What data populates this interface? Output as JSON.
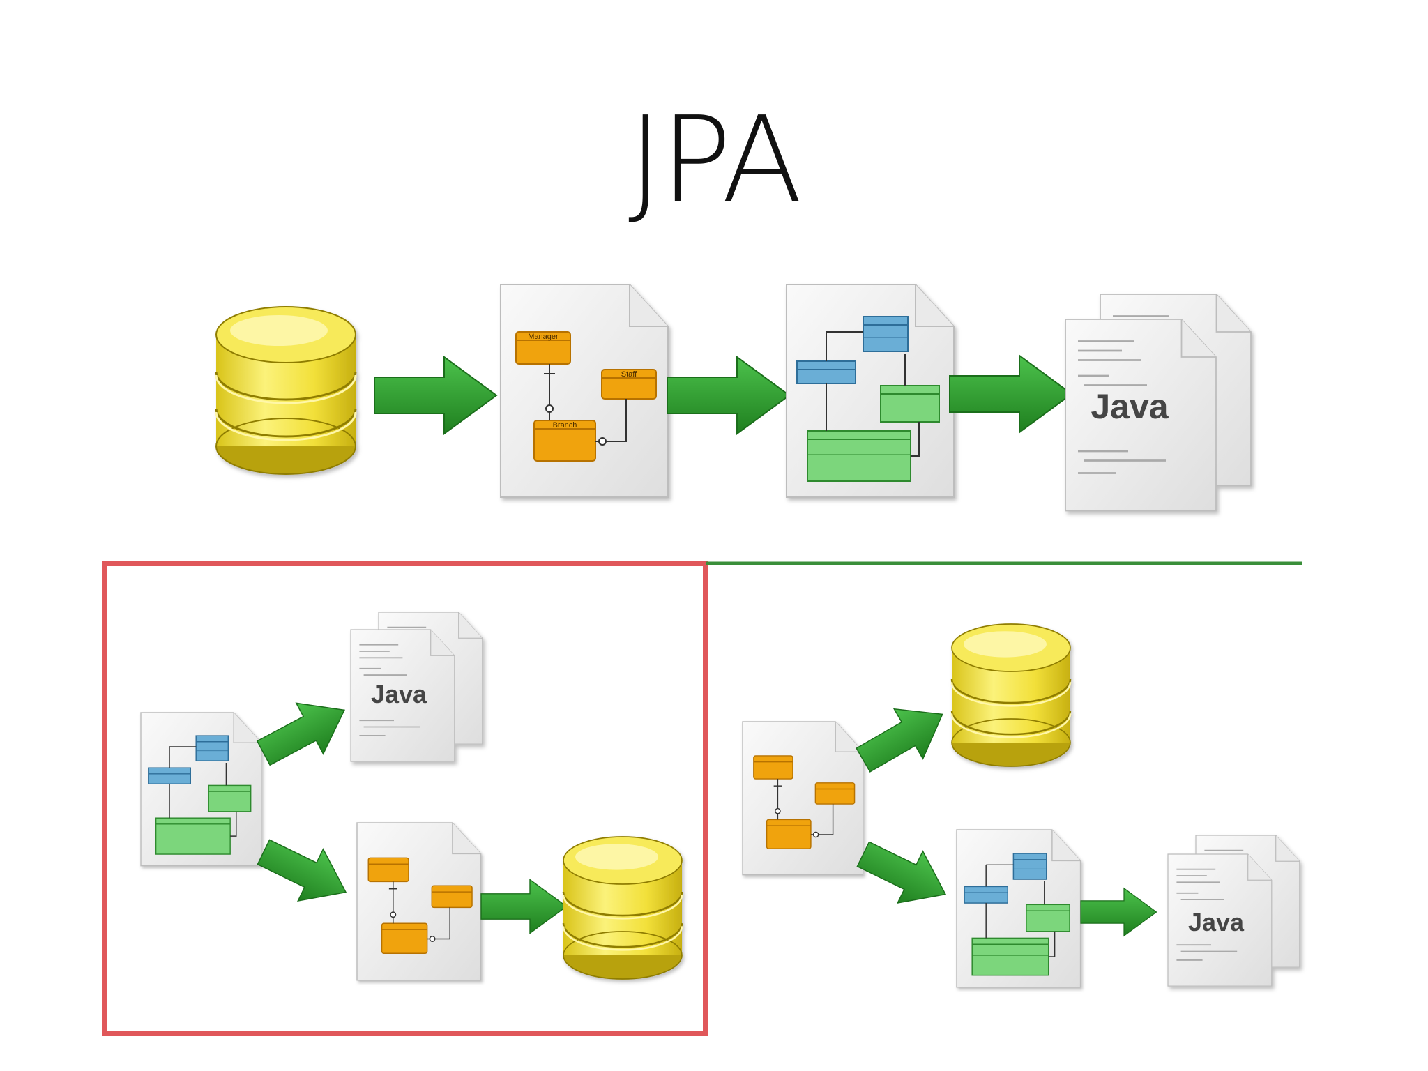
{
  "slide": {
    "title": "JPA"
  },
  "diagram": {
    "java_label": "Java",
    "entity_labels": {
      "manager": "Manager",
      "staff": "Staff",
      "branch": "Branch"
    },
    "colors": {
      "database": "#f2e24a",
      "arrow": "#2e9e2e",
      "er_entity": "#f0a30a",
      "class_blue": "#6aaed6",
      "class_green": "#7bd67b",
      "highlight_box": "#e0575a",
      "divider_line": "#3a8f3a"
    },
    "flows": [
      {
        "name": "top-flow",
        "steps": [
          "database",
          "er-diagram",
          "class-diagram",
          "java-code"
        ]
      },
      {
        "name": "code-first-flow",
        "steps": [
          "class-diagram",
          "java-code",
          "er-diagram",
          "database"
        ]
      },
      {
        "name": "database-first-flow",
        "steps": [
          "er-diagram",
          "database",
          "class-diagram",
          "java-code"
        ]
      }
    ]
  }
}
